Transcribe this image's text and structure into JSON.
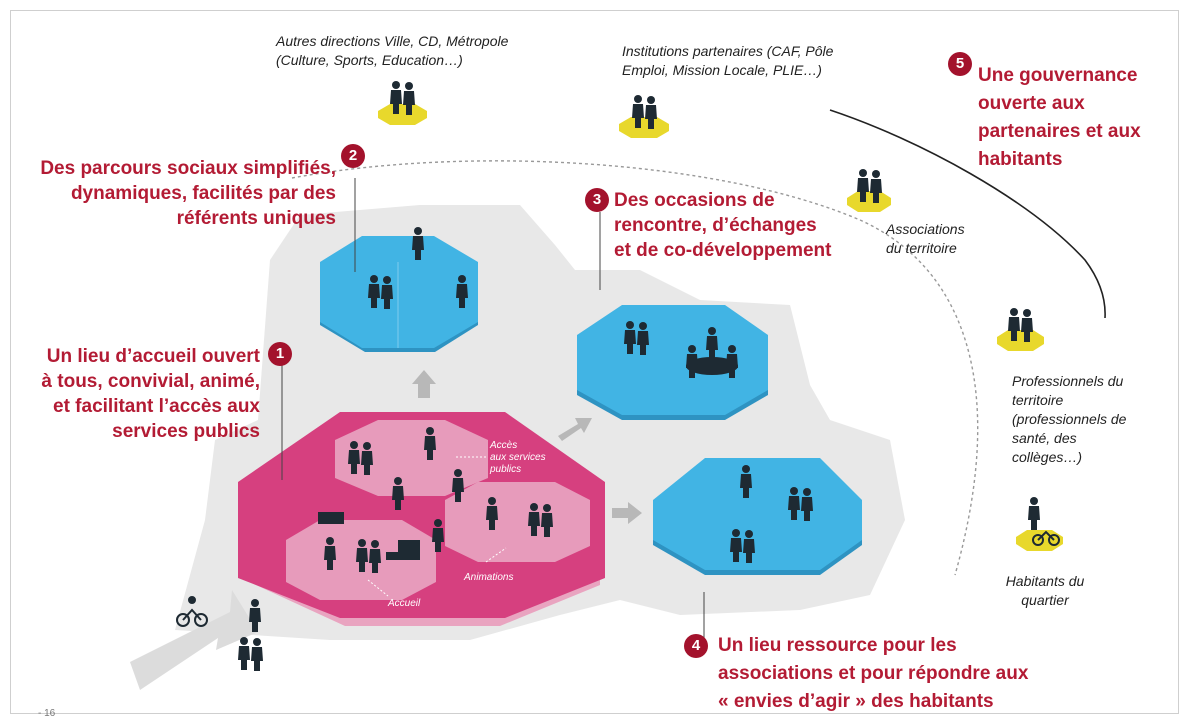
{
  "colors": {
    "accent_red": "#b31b34",
    "badge": "#a3122c",
    "magenta": "#d6407f",
    "blue": "#41b4e4",
    "yellow": "#e8d82c",
    "grey_floor": "#e6e6e6"
  },
  "badges": [
    "1",
    "2",
    "3",
    "4",
    "5"
  ],
  "headlines": {
    "h1": [
      "Un lieu d’accueil ouvert",
      "à tous, convivial, animé,",
      "et facilitant l’accès aux",
      "services publics"
    ],
    "h2": [
      "Des parcours sociaux simplifiés,",
      "dynamiques, facilités par des",
      "référents uniques"
    ],
    "h3": [
      "Des occasions de",
      "rencontre, d’échanges",
      "et de co-développement"
    ],
    "h4": [
      "Un lieu ressource pour les",
      "associations et pour répondre aux",
      "« envies d’agir » des habitants"
    ],
    "h5": [
      "Une gouvernance",
      "ouverte aux",
      "partenaires et aux",
      "habitants"
    ]
  },
  "partners": {
    "autres": [
      "Autres directions Ville, CD, Métropole",
      "(Culture, Sports, Education…)"
    ],
    "institutions": [
      "Institutions partenaires (CAF, Pôle",
      "Emploi, Mission Locale, PLIE…)"
    ],
    "associations": [
      "Associations",
      "du territoire"
    ],
    "professionnels": [
      "Professionnels du",
      "territoire",
      "(professionnels de",
      "santé, des",
      "collèges…)"
    ],
    "habitants": [
      "Habitants du",
      "quartier"
    ]
  },
  "zone_labels": {
    "acces": [
      "Accès",
      "aux services",
      "publics"
    ],
    "animations": "Animations",
    "accueil": "Accueil"
  },
  "icons": [
    "people-pair-icon",
    "meeting-table-icon",
    "cyclist-icon",
    "arrow-icon"
  ],
  "page_number": "- 16"
}
